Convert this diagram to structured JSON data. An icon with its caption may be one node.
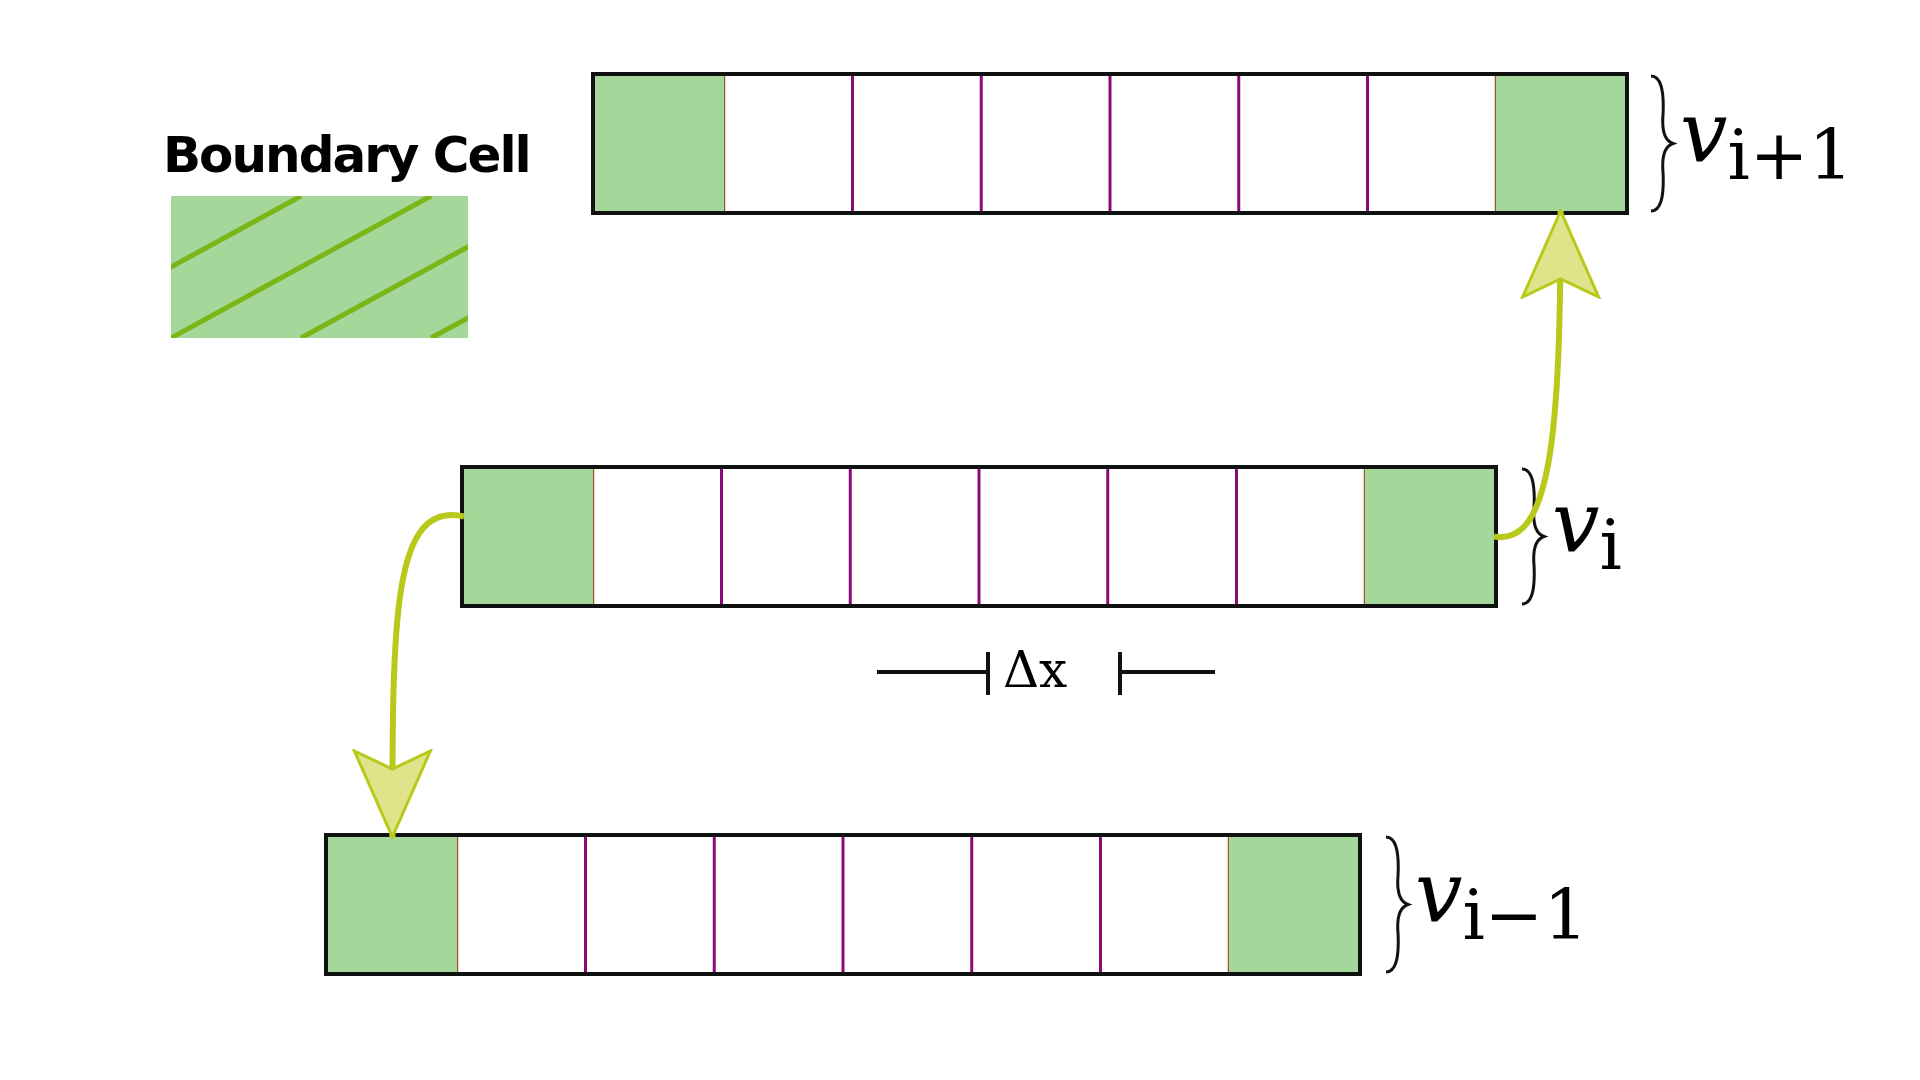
{
  "diagram": {
    "nodes": [
      {
        "text": [],
        "shape": "bar"
      },
      {
        "text": [],
        "shape": "box",
        "in": 0
      },
      {
        "text": [],
        "shape": "box",
        "in": 0
      },
      {
        "text": [],
        "shape": "bar"
      },
      {
        "text": [],
        "shape": "box",
        "in": 3
      },
      {
        "text": [],
        "shape": "box",
        "in": 3
      },
      {
        "text": [],
        "shape": "bar"
      },
      {
        "text": [],
        "shape": "box",
        "in": 6
      },
      {
        "text": [],
        "shape": "box",
        "in": 6
      }
    ],
    "edges": [
      {
        "from": 5,
        "to": 2,
        "arrow": "to"
      },
      {
        "from": 4,
        "to": 7,
        "arrow": "to"
      }
    ],
    "labels": [
      "*v*$_{i+1}$",
      "*v*$_{i}$",
      "Δx",
      "*v*$_{i−1}$"
    ],
    "legend": [
      {
        "text": "Boundary Cell",
        "color": "#a3d89a"
      }
    ]
  }
}
